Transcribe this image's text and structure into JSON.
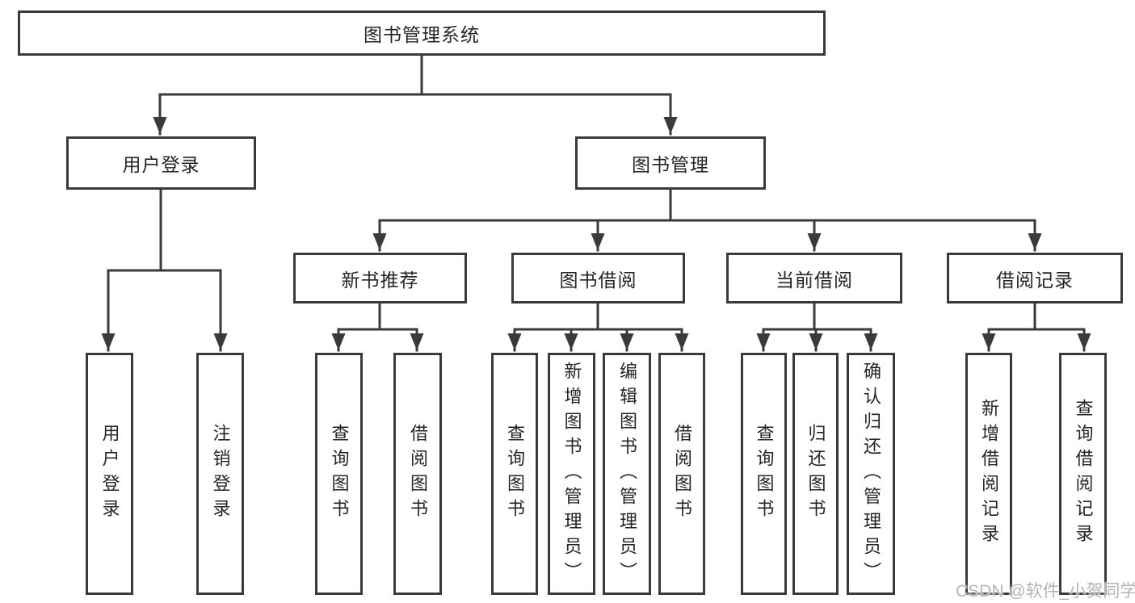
{
  "tree": {
    "root": "图书管理系统",
    "branches": [
      {
        "label": "用户登录",
        "leaves": [
          "用户登录",
          "注销登录"
        ]
      },
      {
        "label": "图书管理",
        "groups": [
          {
            "label": "新书推荐",
            "leaves": [
              "查询图书",
              "借阅图书"
            ]
          },
          {
            "label": "图书借阅",
            "leaves": [
              "查询图书",
              "新增图书（管理员）",
              "编辑图书（管理员）",
              "借阅图书"
            ]
          },
          {
            "label": "当前借阅",
            "leaves": [
              "查询图书",
              "归还图书",
              "确认归还（管理员）"
            ]
          },
          {
            "label": "借阅记录",
            "leaves": [
              "新增借阅记录",
              "查询借阅记录"
            ]
          }
        ]
      }
    ]
  },
  "watermark": "CSDN @软件_小贺同学",
  "colors": {
    "line": "#3a3a3a",
    "box_border": "#3a3a3a",
    "box_fill": "#ffffff",
    "text": "#252525",
    "watermark": "#b4b4b4",
    "background": "#ffffff"
  }
}
